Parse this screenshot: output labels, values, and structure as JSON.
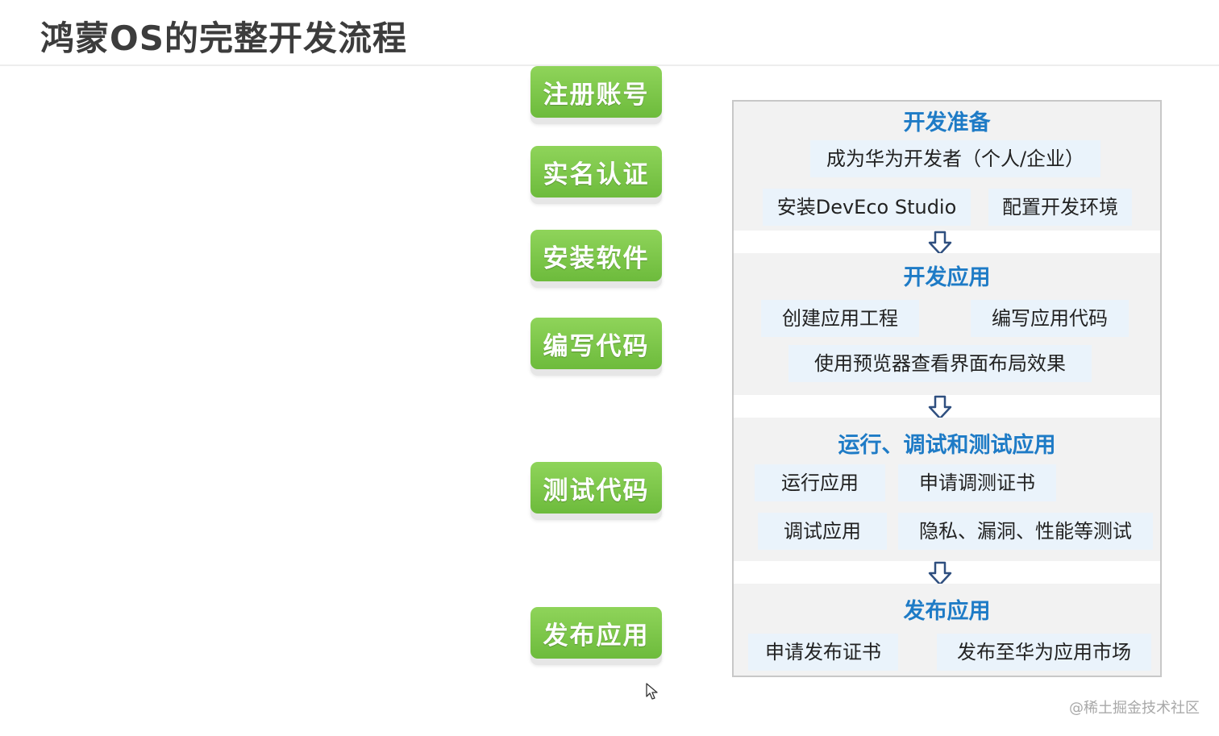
{
  "title": "鸿蒙OS的完整开发流程",
  "steps": [
    "注册账号",
    "实名认证",
    "安装软件",
    "编写代码",
    "测试代码",
    "发布应用"
  ],
  "sections": [
    {
      "heading": "开发准备",
      "items": [
        "成为华为开发者（个人/企业）",
        "安装DevEco Studio",
        "配置开发环境"
      ]
    },
    {
      "heading": "开发应用",
      "items": [
        "创建应用工程",
        "编写应用代码",
        "使用预览器查看界面布局效果"
      ]
    },
    {
      "heading": "运行、调试和测试应用",
      "items": [
        "运行应用",
        "申请调测证书",
        "调试应用",
        "隐私、漏洞、性能等测试"
      ]
    },
    {
      "heading": "发布应用",
      "items": [
        "申请发布证书",
        "发布至华为应用市场"
      ]
    }
  ],
  "watermark": "@稀土掘金技术社区",
  "icons": {
    "arrow": "down-arrow-icon",
    "cursor": "mouse-cursor-icon"
  },
  "colors": {
    "step_green": "#7cc547",
    "heading_blue": "#1e7bc6",
    "item_bg": "#eaf3fb",
    "band_bg": "#f2f2f2"
  }
}
